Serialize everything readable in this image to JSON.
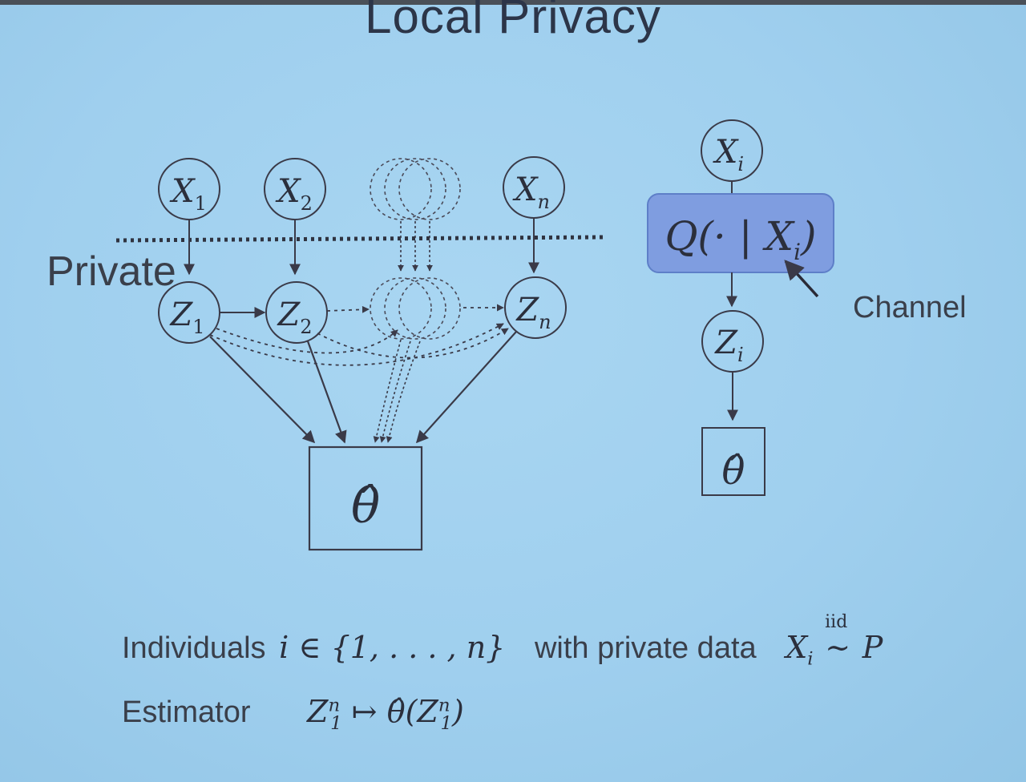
{
  "slide": {
    "title": "Local Privacy",
    "private_label": "Private",
    "channel_label": "Channel"
  },
  "diagram": {
    "top_nodes": [
      {
        "var": "X",
        "sub": "1"
      },
      {
        "var": "X",
        "sub": "2"
      },
      {
        "var": "X",
        "sub": "n"
      }
    ],
    "private_nodes": [
      {
        "var": "Z",
        "sub": "1"
      },
      {
        "var": "Z",
        "sub": "2"
      },
      {
        "var": "Z",
        "sub": "n"
      }
    ],
    "estimator_symbol": "θ̂",
    "single": {
      "input": {
        "var": "X",
        "sub": "i"
      },
      "channel_expr": "Q(· | X",
      "channel_sub": "i",
      "channel_close": ")",
      "output": {
        "var": "Z",
        "sub": "i"
      },
      "estimator_symbol": "θ̂"
    }
  },
  "captions": {
    "line1_text": "Individuals",
    "line1_math": "i ∈ {1, . . . , n}",
    "line1_text2": "with private data",
    "line1_var": "X",
    "line1_var_sub": "i",
    "line1_iid": "iid",
    "line1_tilde": "∼",
    "line1_dist": "P",
    "line2_text": "Estimator",
    "line2_math_a": "Z",
    "line2_math_sup": "n",
    "line2_math_sub": "1",
    "line2_maps": "↦",
    "line2_theta": "θ̂",
    "line2_paren_open": "(Z",
    "line2_paren_close": ")"
  }
}
